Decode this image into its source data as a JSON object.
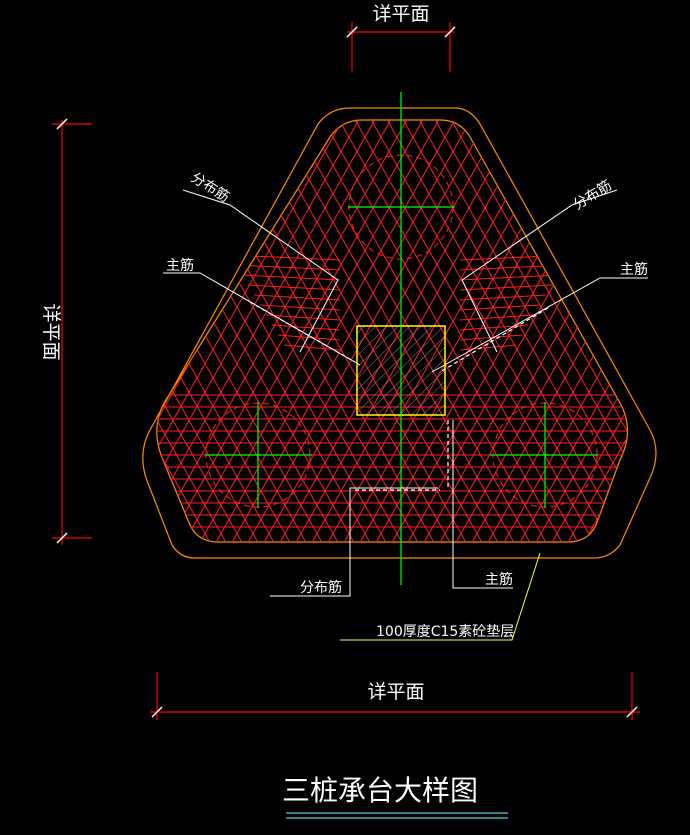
{
  "labels": {
    "top_dim": "详平面",
    "left_dim": "详平面",
    "bottom_dim": "详平面",
    "dist_upper_left": "分布筋",
    "dist_upper_right": "分布筋",
    "main_left": "主筋",
    "main_right": "主筋",
    "dist_bottom": "分布筋",
    "main_bottom": "主筋",
    "cushion": "100厚度C15素砼垫层",
    "title": "三桩承台大样图"
  },
  "colors": {
    "background": "#000000",
    "outline": "#ff8c00",
    "rebar": "#ff2020",
    "column": "#ffff00",
    "axis": "#00ff00",
    "leader": "#ffffff",
    "leader_yellow": "#ffff33",
    "dimension": "#ff0000",
    "title_underline": "#66ffff"
  }
}
